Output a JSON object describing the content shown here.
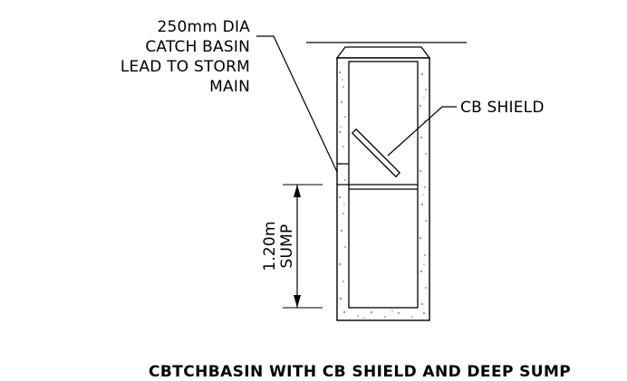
{
  "labels": {
    "lead_line1": "250mm DIA",
    "lead_line2": "CATCH BASIN",
    "lead_line3": "LEAD TO STORM",
    "lead_line4": "MAIN",
    "shield": "CB SHIELD",
    "sump_value": "1.20m",
    "sump_word": "SUMP"
  },
  "title": "CBTCHBASIN WITH CB SHIELD AND DEEP SUMP",
  "colors": {
    "line": "#000000",
    "background": "#ffffff"
  }
}
